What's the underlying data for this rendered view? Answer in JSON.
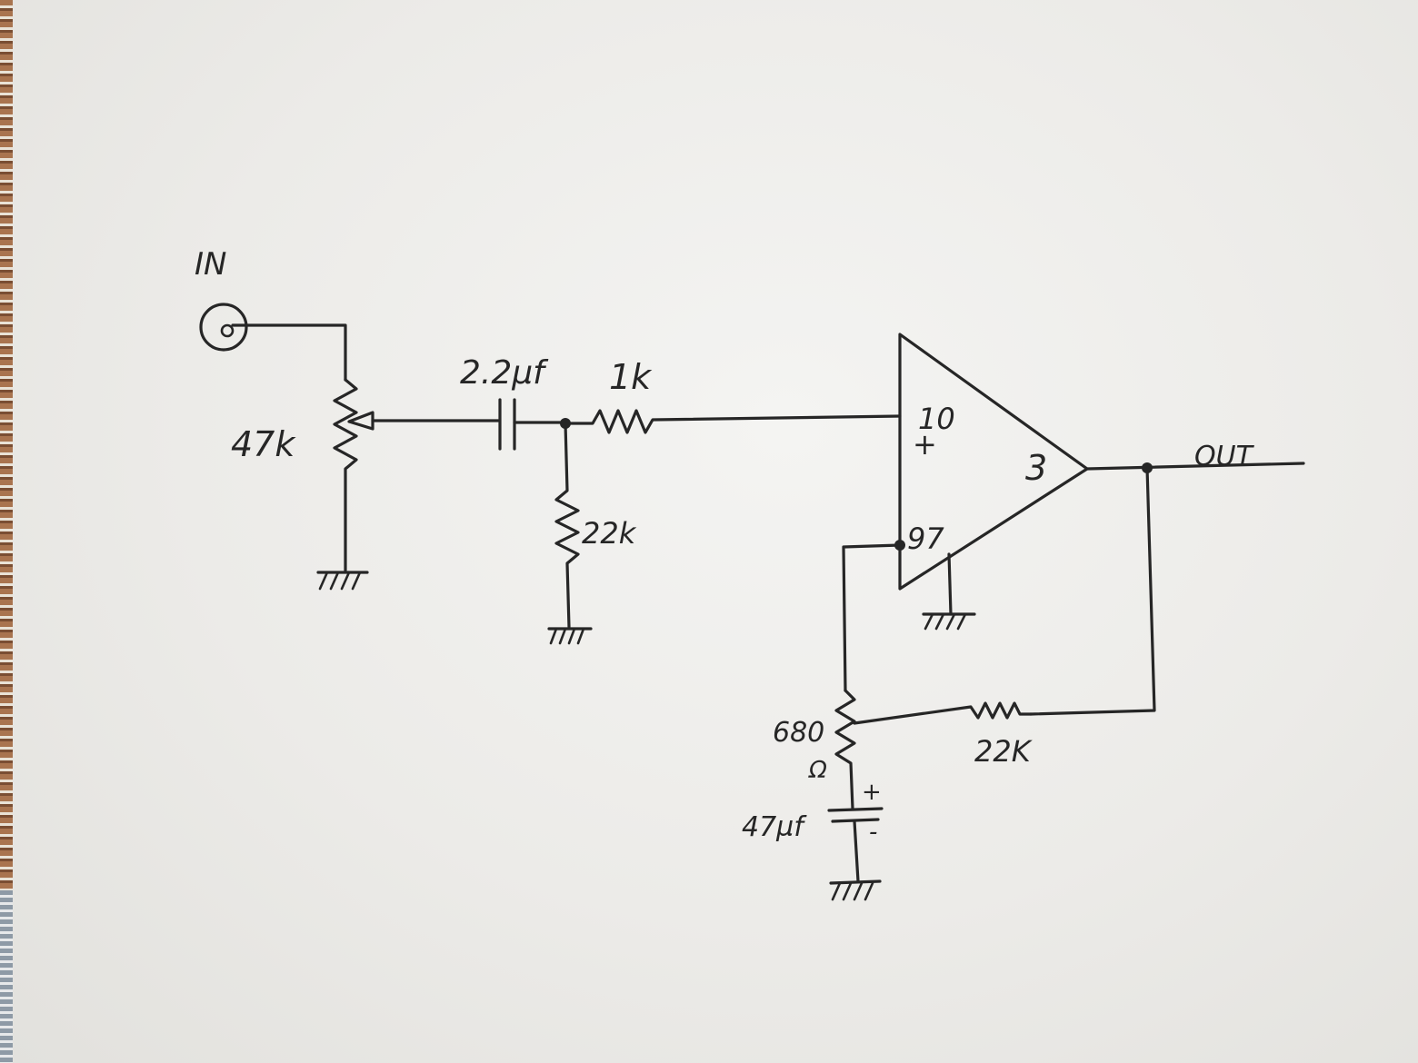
{
  "labels": {
    "input": "IN",
    "pot": "47k",
    "cap_in": "2.2µf",
    "res_series": "1k",
    "res_shunt": "22k",
    "pin_noninv": "10",
    "plus_sign": "+",
    "pin_out": "3",
    "pin_inv": "97",
    "output": "OUT",
    "res_feedback": "22K",
    "res_gain": "680",
    "ohm": "Ω",
    "cap_gain": "47µf",
    "cap_plus": "+",
    "cap_minus": "-"
  }
}
